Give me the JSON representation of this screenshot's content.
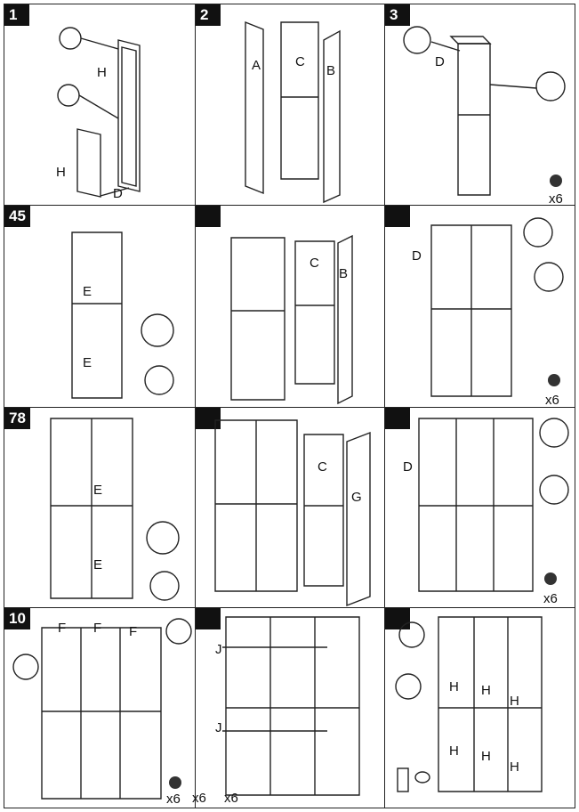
{
  "panels": [
    {
      "step": "1",
      "labels": [
        "H",
        "H",
        "D"
      ],
      "qty": ""
    },
    {
      "step": "2",
      "labels": [
        "A",
        "C",
        "B"
      ],
      "qty": ""
    },
    {
      "step": "3",
      "labels": [
        "D"
      ],
      "qty": "x6"
    },
    {
      "step": "45",
      "labels": [
        "E",
        "E"
      ],
      "qty": ""
    },
    {
      "step": "",
      "labels": [
        "C",
        "B"
      ],
      "qty": ""
    },
    {
      "step": "",
      "labels": [
        "D"
      ],
      "qty": "x6"
    },
    {
      "step": "78",
      "labels": [
        "E",
        "E"
      ],
      "qty": ""
    },
    {
      "step": "",
      "labels": [
        "C",
        "G"
      ],
      "qty": ""
    },
    {
      "step": "",
      "labels": [
        "D"
      ],
      "qty": "x6"
    },
    {
      "step": "10",
      "labels": [
        "F",
        "F",
        "F"
      ],
      "qty": "x6"
    },
    {
      "step": "",
      "labels": [
        "J",
        "J"
      ],
      "qty": ""
    },
    {
      "step": "",
      "labels": [
        "H",
        "H",
        "H",
        "H",
        "H",
        "H"
      ],
      "qty": ""
    }
  ],
  "footer_qty": [
    "x6",
    "x6"
  ]
}
